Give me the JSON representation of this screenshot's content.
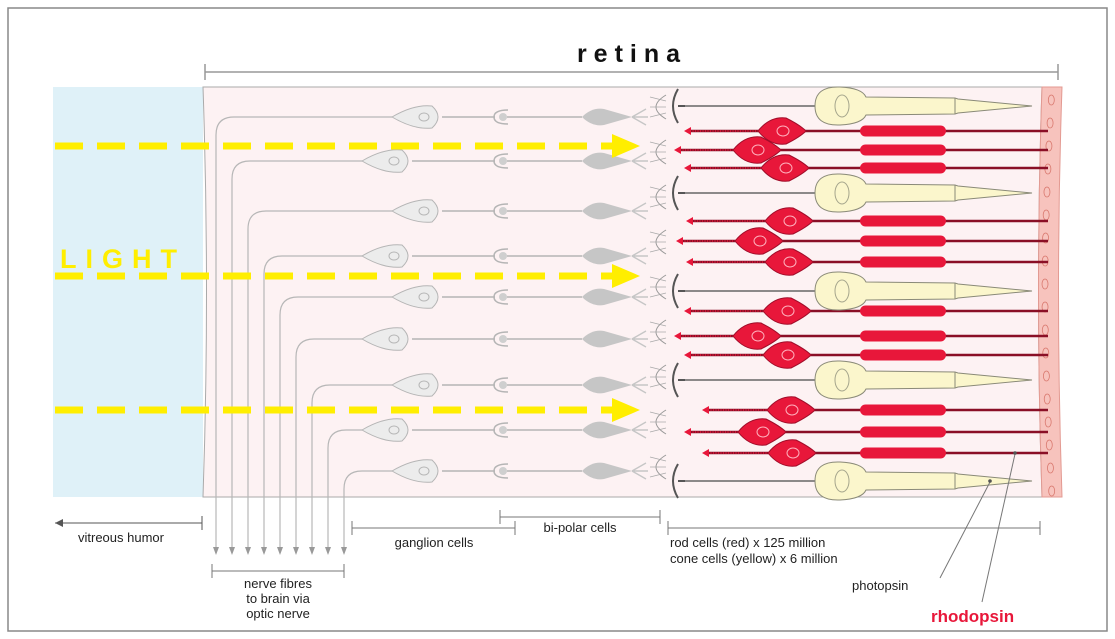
{
  "title": "retina",
  "light_label": "LIGHT",
  "labels": {
    "vitreous": "vitreous humor",
    "nerve_line1": "nerve fibres",
    "nerve_line2": "to brain via",
    "nerve_line3": "optic nerve",
    "ganglion": "ganglion cells",
    "bipolar": "bi-polar cells",
    "rods_line1": "rod cells (red) x 125 million",
    "rods_line2": "cone cells (yellow) x 6 million",
    "photopsin": "photopsin",
    "rhodopsin": "rhodopsin"
  },
  "colors": {
    "vitreous": "#dff1f8",
    "retina_bg": "#fdf2f3",
    "light": "#ffee00",
    "rod": "#e8173a",
    "rod_dark": "#8a0f26",
    "cone": "#fbf6cc",
    "rhodopsin_text": "#e8173a",
    "neuron": "#c4c4c4",
    "epithelium": "#f7c3bd"
  }
}
